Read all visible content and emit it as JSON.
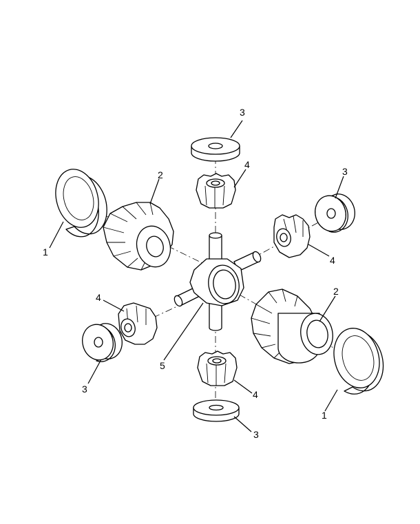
{
  "diagram": {
    "callouts": [
      {
        "id": "c1a",
        "text": "1"
      },
      {
        "id": "c1b",
        "text": "1"
      },
      {
        "id": "c2a",
        "text": "2"
      },
      {
        "id": "c2b",
        "text": "2"
      },
      {
        "id": "c3a",
        "text": "3"
      },
      {
        "id": "c3b",
        "text": "3"
      },
      {
        "id": "c3c",
        "text": "3"
      },
      {
        "id": "c3d",
        "text": "3"
      },
      {
        "id": "c4a",
        "text": "4"
      },
      {
        "id": "c4b",
        "text": "4"
      },
      {
        "id": "c4c",
        "text": "4"
      },
      {
        "id": "c4d",
        "text": "4"
      },
      {
        "id": "c5",
        "text": "5"
      }
    ]
  }
}
